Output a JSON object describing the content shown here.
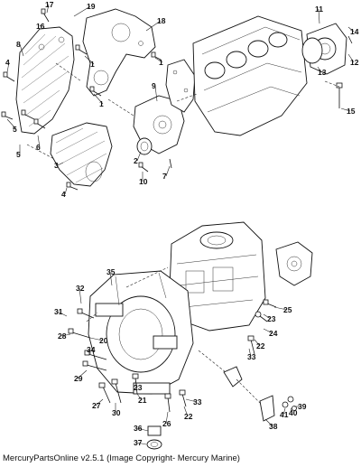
{
  "diagram": {
    "callouts": [
      "1",
      "2",
      "3",
      "4",
      "5",
      "6",
      "7",
      "8",
      "9",
      "10",
      "11",
      "12",
      "13",
      "14",
      "15",
      "16",
      "17",
      "18",
      "19",
      "20",
      "21",
      "22",
      "23",
      "24",
      "25",
      "26",
      "27",
      "28",
      "29",
      "30",
      "31",
      "32",
      "33",
      "34",
      "35",
      "36",
      "37",
      "38",
      "39",
      "40",
      "41"
    ]
  },
  "footer": {
    "text": "MercuryPartsOnline v2.5.1 (Image Copyright- Mercury Marine)"
  }
}
